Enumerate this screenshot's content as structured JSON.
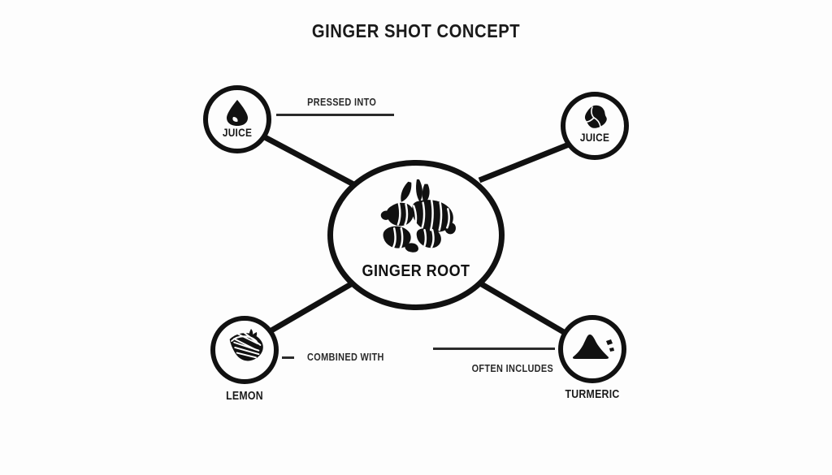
{
  "title": "GINGER SHOT CONCEPT",
  "background_color": "#fdfdfd",
  "stroke_color": "#111111",
  "text_color": "#1a1a1a",
  "center": {
    "label": "GINGER ROOT",
    "icon": "ginger-root-icon"
  },
  "nodes": [
    {
      "id": "juice-top-left",
      "label": "JUICE",
      "icon": "water-droplet-icon",
      "label_position": "inside"
    },
    {
      "id": "juice-top-right",
      "label": "JUICE",
      "icon": "ginger-piece-icon",
      "label_position": "inside"
    },
    {
      "id": "lemon-bottom-left",
      "label": "LEMON",
      "icon": "lemon-wedge-icon",
      "label_position": "outside"
    },
    {
      "id": "turmeric-bottom-right",
      "label": "TURMERIC",
      "icon": "turmeric-powder-icon",
      "label_position": "outside"
    }
  ],
  "edges": [
    {
      "id": "edge-pressed-into",
      "label": "PRESSED INTO",
      "from": "center",
      "to": "juice-top-left",
      "rule": "under"
    },
    {
      "id": "edge-combined-with",
      "label": "COMBINED WITH",
      "from": "center",
      "to": "lemon-bottom-left",
      "rule": "dash-left"
    },
    {
      "id": "edge-often-includes",
      "label": "OFTEN INCLUDES",
      "from": "center",
      "to": "turmeric-bottom-right",
      "rule": "over"
    },
    {
      "id": "edge-top-right",
      "label": "",
      "from": "center",
      "to": "juice-top-right",
      "rule": "none"
    }
  ]
}
